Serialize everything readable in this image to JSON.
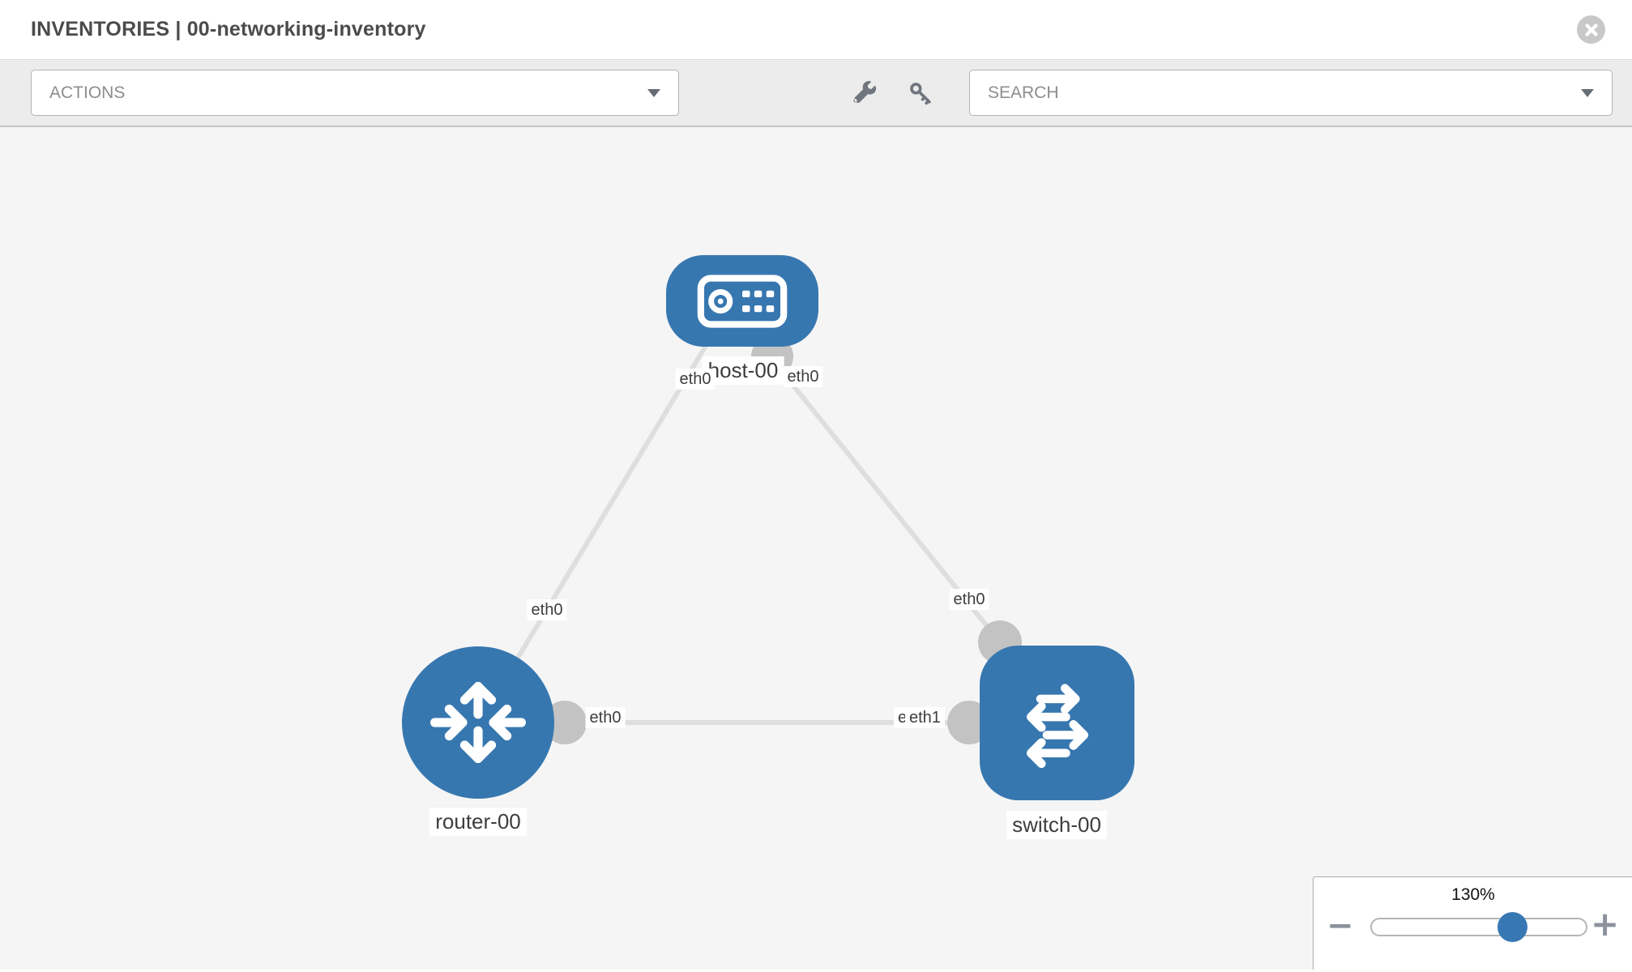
{
  "header": {
    "title": "INVENTORIES | 00-networking-inventory"
  },
  "toolbar": {
    "actions_label": "ACTIONS",
    "search_label": "SEARCH"
  },
  "topology": {
    "nodes": [
      {
        "id": "host-00",
        "type": "host",
        "label": "host-00"
      },
      {
        "id": "router-00",
        "type": "router",
        "label": "router-00"
      },
      {
        "id": "switch-00",
        "type": "switch",
        "label": "switch-00"
      }
    ],
    "links": [
      {
        "source": "router-00",
        "source_interface": "eth0",
        "target": "host-00",
        "target_interface": "eth0"
      },
      {
        "source": "switch-00",
        "source_interface": "eth0",
        "target": "host-00",
        "target_interface": "eth0"
      },
      {
        "source": "router-00",
        "source_interface": "eth0",
        "target": "switch-00",
        "target_interface": "eth1"
      }
    ],
    "interface_labels": {
      "host_left": "eth0",
      "host_right": "eth0",
      "router_uplink": "eth0",
      "router_lan": "eth0",
      "switch_uplink": "eth0",
      "switch_lan_under": "eth0",
      "switch_lan_over": "eth1"
    }
  },
  "zoom_control": {
    "level": "130%",
    "minus_label": "−",
    "plus_label": "+"
  },
  "colors": {
    "node_blue": "#3777b0",
    "link_gray": "#dedede",
    "interface_gray": "#c3c3c3",
    "slider_thumb_blue": "#3778b3",
    "toolbar_gray": "#ececec"
  }
}
